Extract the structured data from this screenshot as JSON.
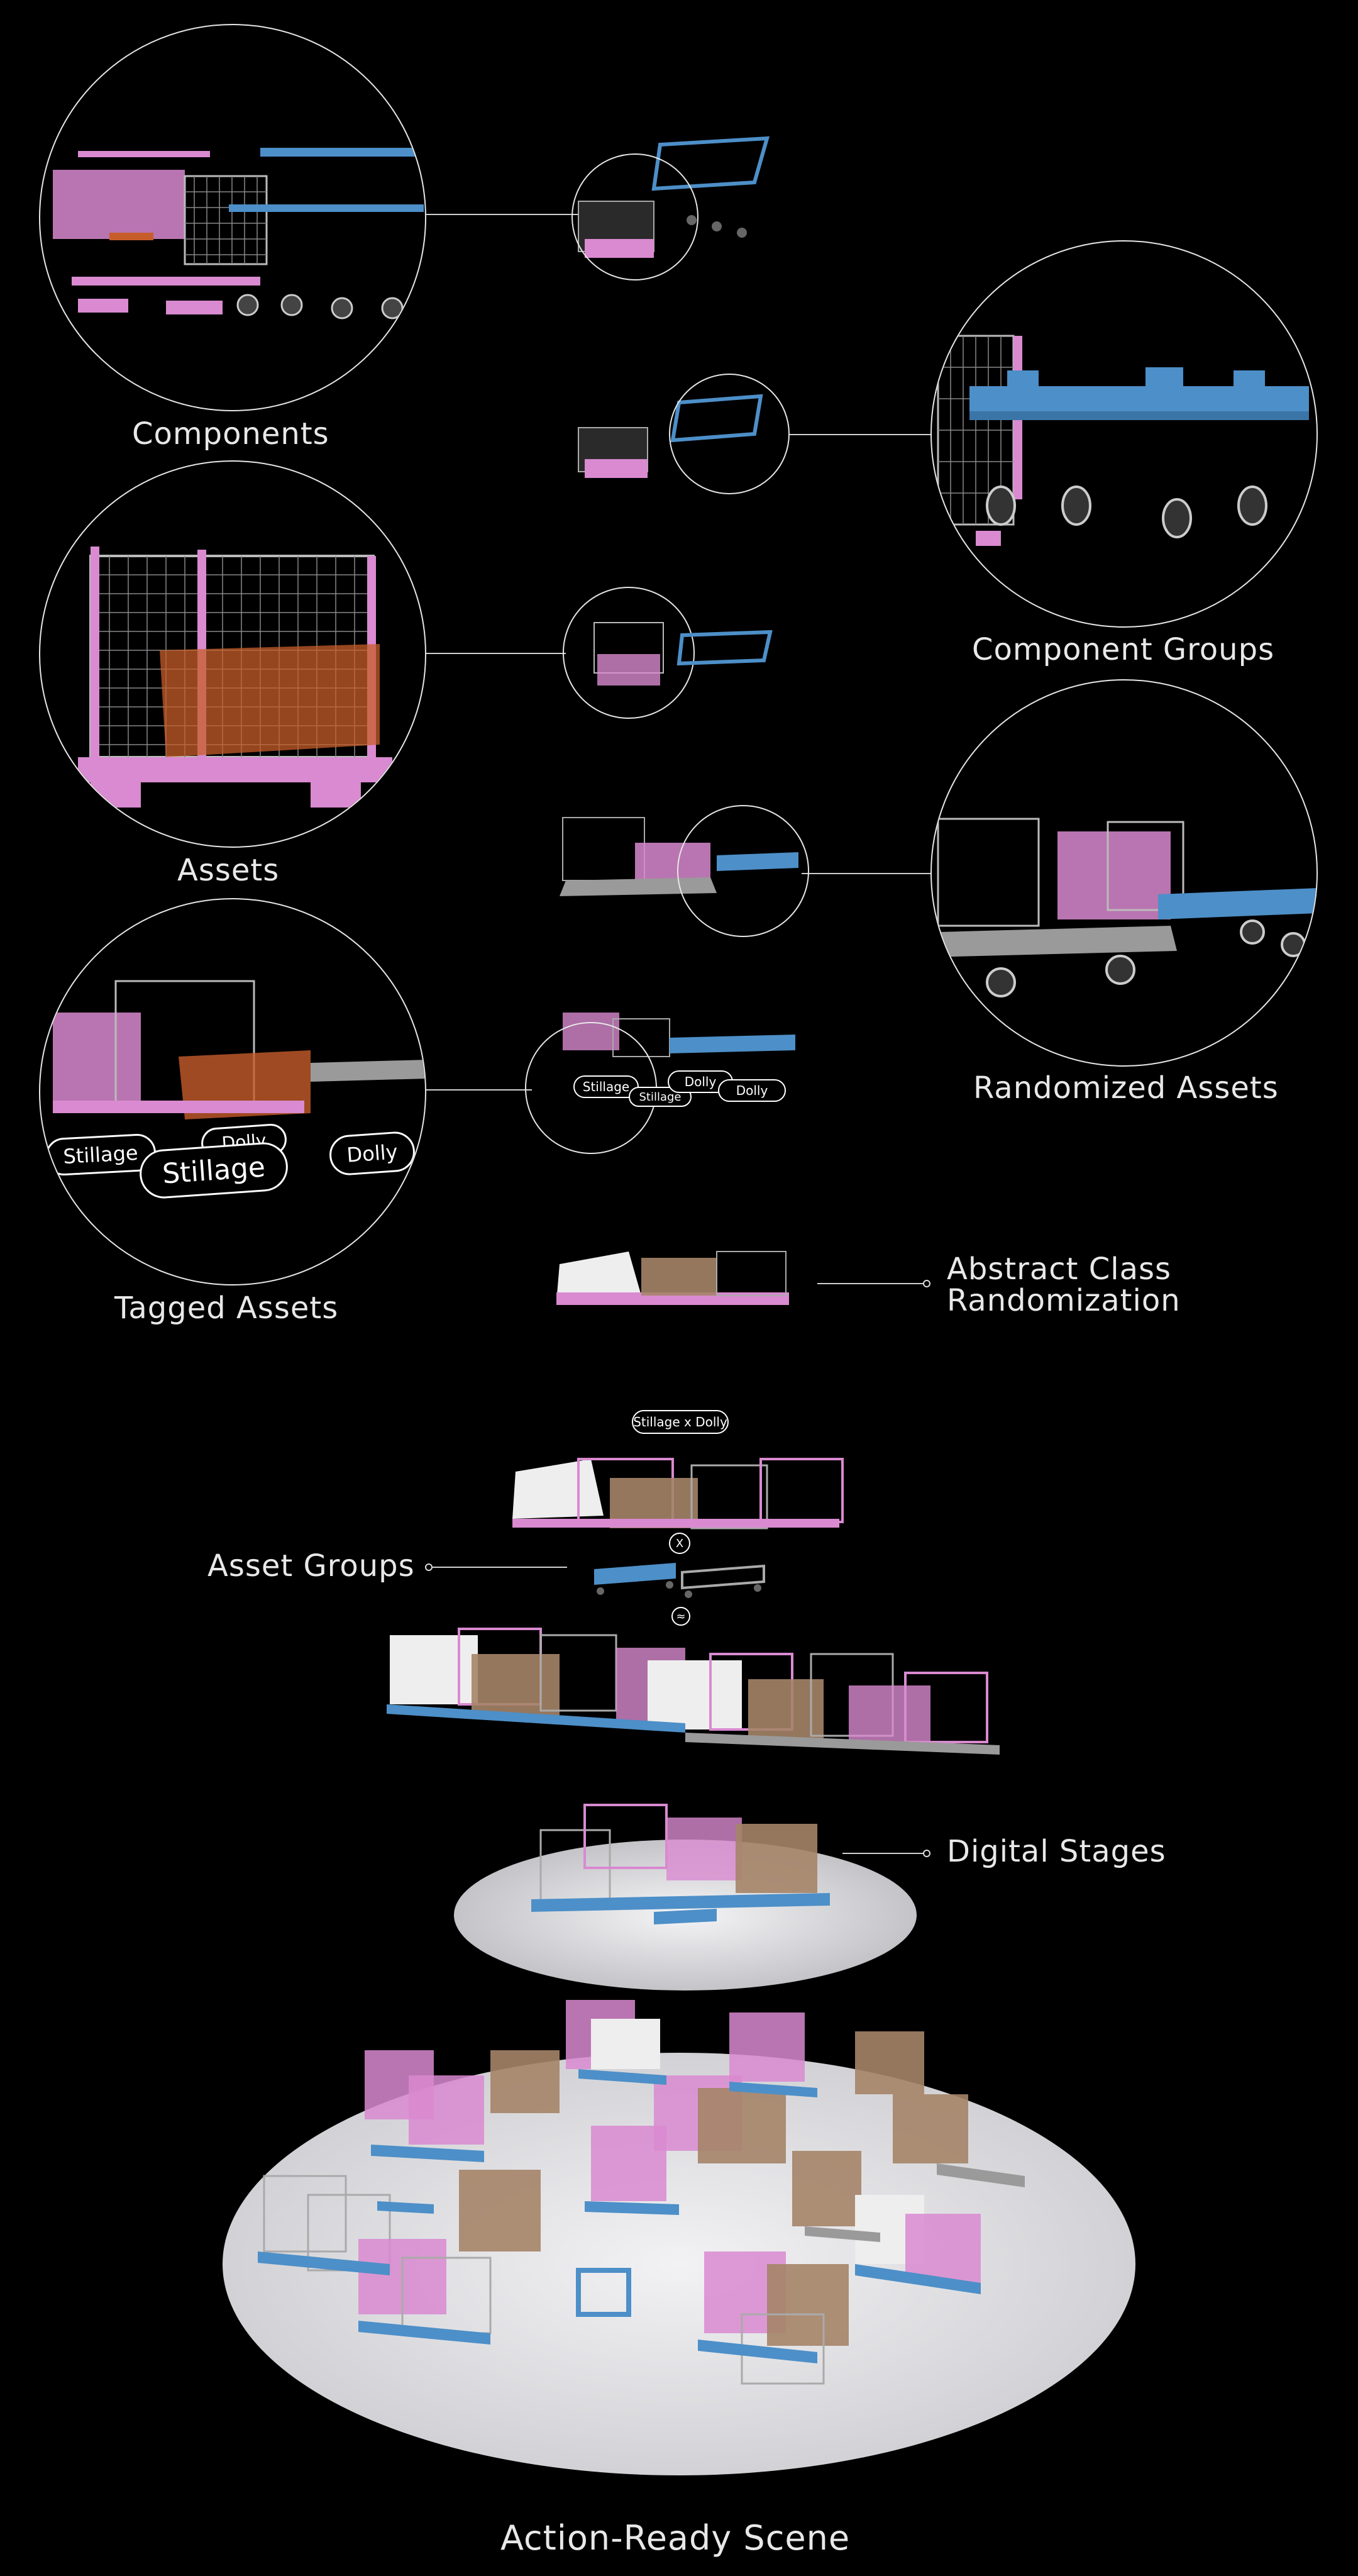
{
  "labels": {
    "components": "Components",
    "component_groups": "Component Groups",
    "assets": "Assets",
    "randomized_assets": "Randomized Assets",
    "tagged_assets": "Tagged Assets",
    "abstract_class_line1": "Abstract Class",
    "abstract_class_line2": "Randomization",
    "asset_groups": "Asset Groups",
    "digital_stages": "Digital Stages",
    "action_ready_scene": "Action-Ready Scene"
  },
  "tags": {
    "stillage": "Stillage",
    "dolly": "Dolly",
    "stillage_x_dolly": "Stillage x Dolly",
    "cross_symbol": "X",
    "approx_symbol": "≈"
  },
  "colors": {
    "background": "#000000",
    "stillage_pink": "#d98ad0",
    "dolly_blue": "#4d8fc8",
    "cardboard": "#a58468",
    "grey_metal": "#9a9a9a",
    "floor": "#e4e4e6"
  }
}
